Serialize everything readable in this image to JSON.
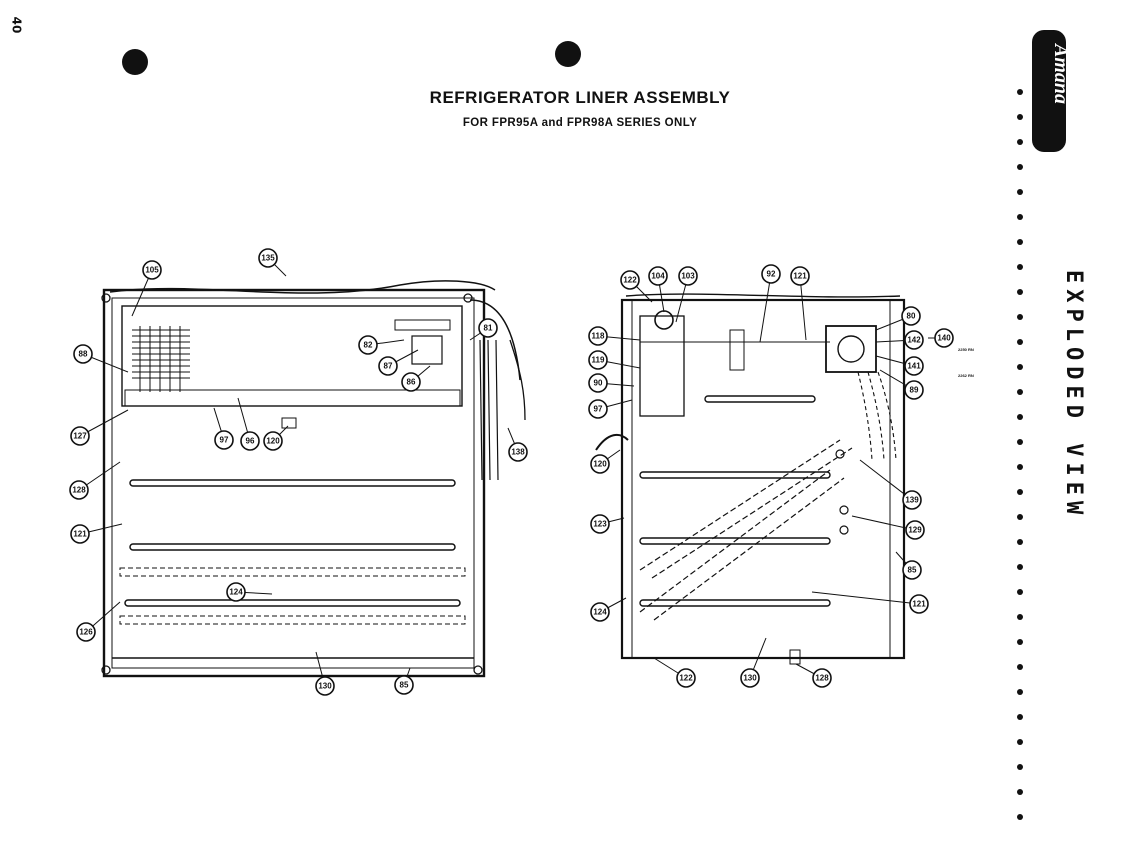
{
  "page_number": "40",
  "title": "REFRIGERATOR LINER ASSEMBLY",
  "subtitle": "FOR FPR95A and FPR98A SERIES ONLY",
  "side_title": "EXPLODED VIEW",
  "logo_text": "Amana",
  "callouts_left": [
    "135",
    "105",
    "88",
    "82",
    "81",
    "87",
    "86",
    "127",
    "97",
    "96",
    "120",
    "138",
    "128",
    "121",
    "124",
    "126",
    "130",
    "85"
  ],
  "callouts_right": [
    "122",
    "104",
    "103",
    "92",
    "121",
    "80",
    "142",
    "140",
    "141",
    "118",
    "119",
    "90",
    "97",
    "89",
    "120",
    "139",
    "123",
    "129",
    "85",
    "124",
    "121",
    "122",
    "130",
    "128"
  ],
  "legend_tiny": [
    "2250 RN",
    "2262 RN"
  ]
}
